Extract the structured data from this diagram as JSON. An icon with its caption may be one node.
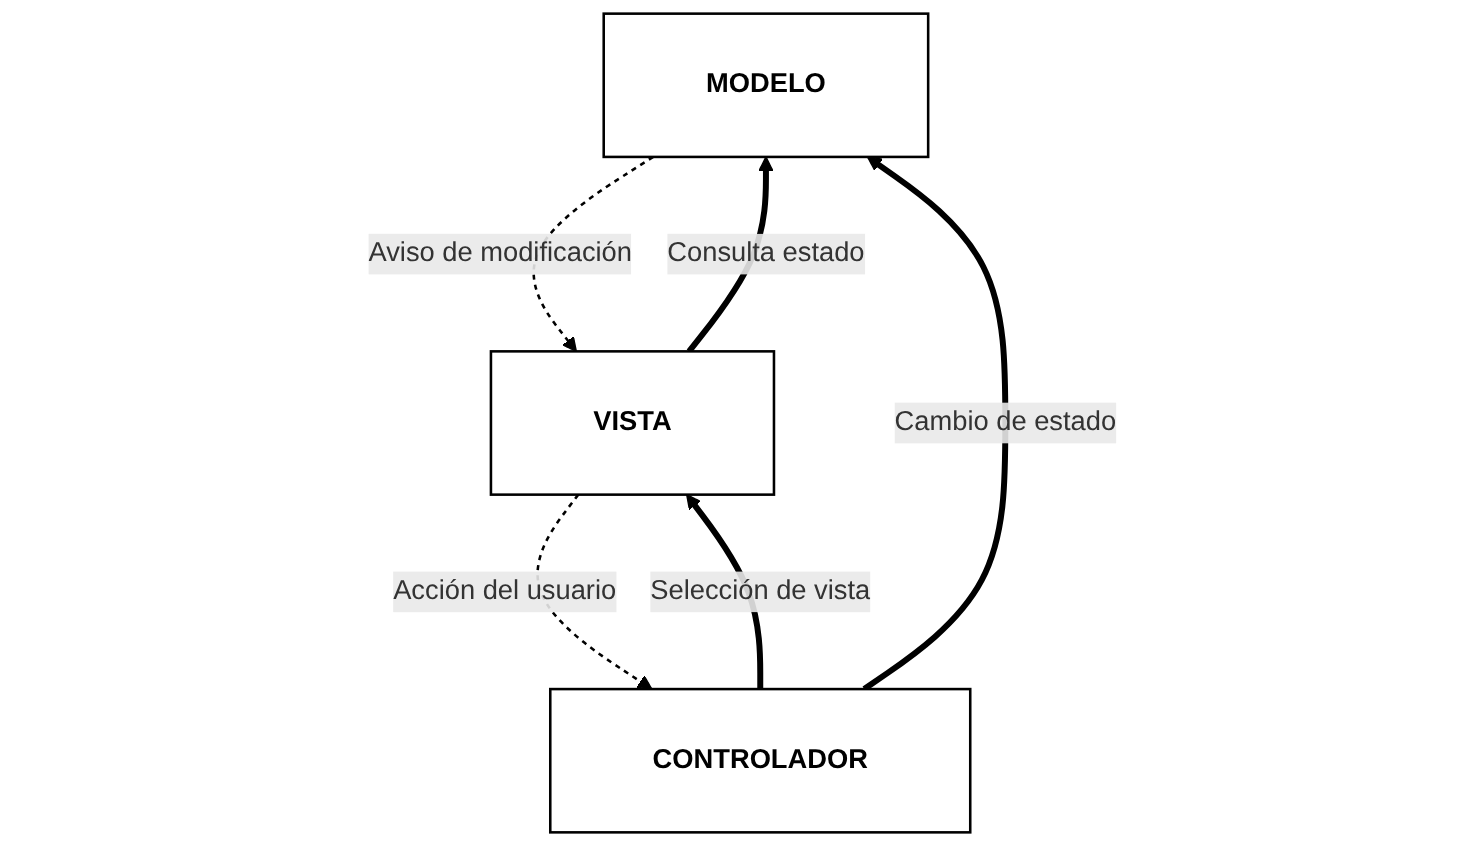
{
  "diagram": {
    "nodes": [
      {
        "text": [
          "MODELO"
        ]
      },
      {
        "text": [
          "VISTA"
        ]
      },
      {
        "text": [
          "CONTROLADOR"
        ]
      }
    ],
    "edges": [
      {
        "from": 1,
        "to": 0,
        "arrow": "to",
        "label": "Consulta estado"
      },
      {
        "from": 2,
        "to": 0,
        "arrow": "to",
        "label": "Cambio de estado"
      },
      {
        "from": 0,
        "to": 1,
        "arrow": "to",
        "label": "Aviso de modificación",
        "style": "dashed"
      },
      {
        "from": 2,
        "to": 1,
        "arrow": "to",
        "label": "Selección de vista"
      },
      {
        "from": 1,
        "to": 2,
        "arrow": "to",
        "label": "Acción del usuario",
        "style": "dashed"
      }
    ]
  }
}
